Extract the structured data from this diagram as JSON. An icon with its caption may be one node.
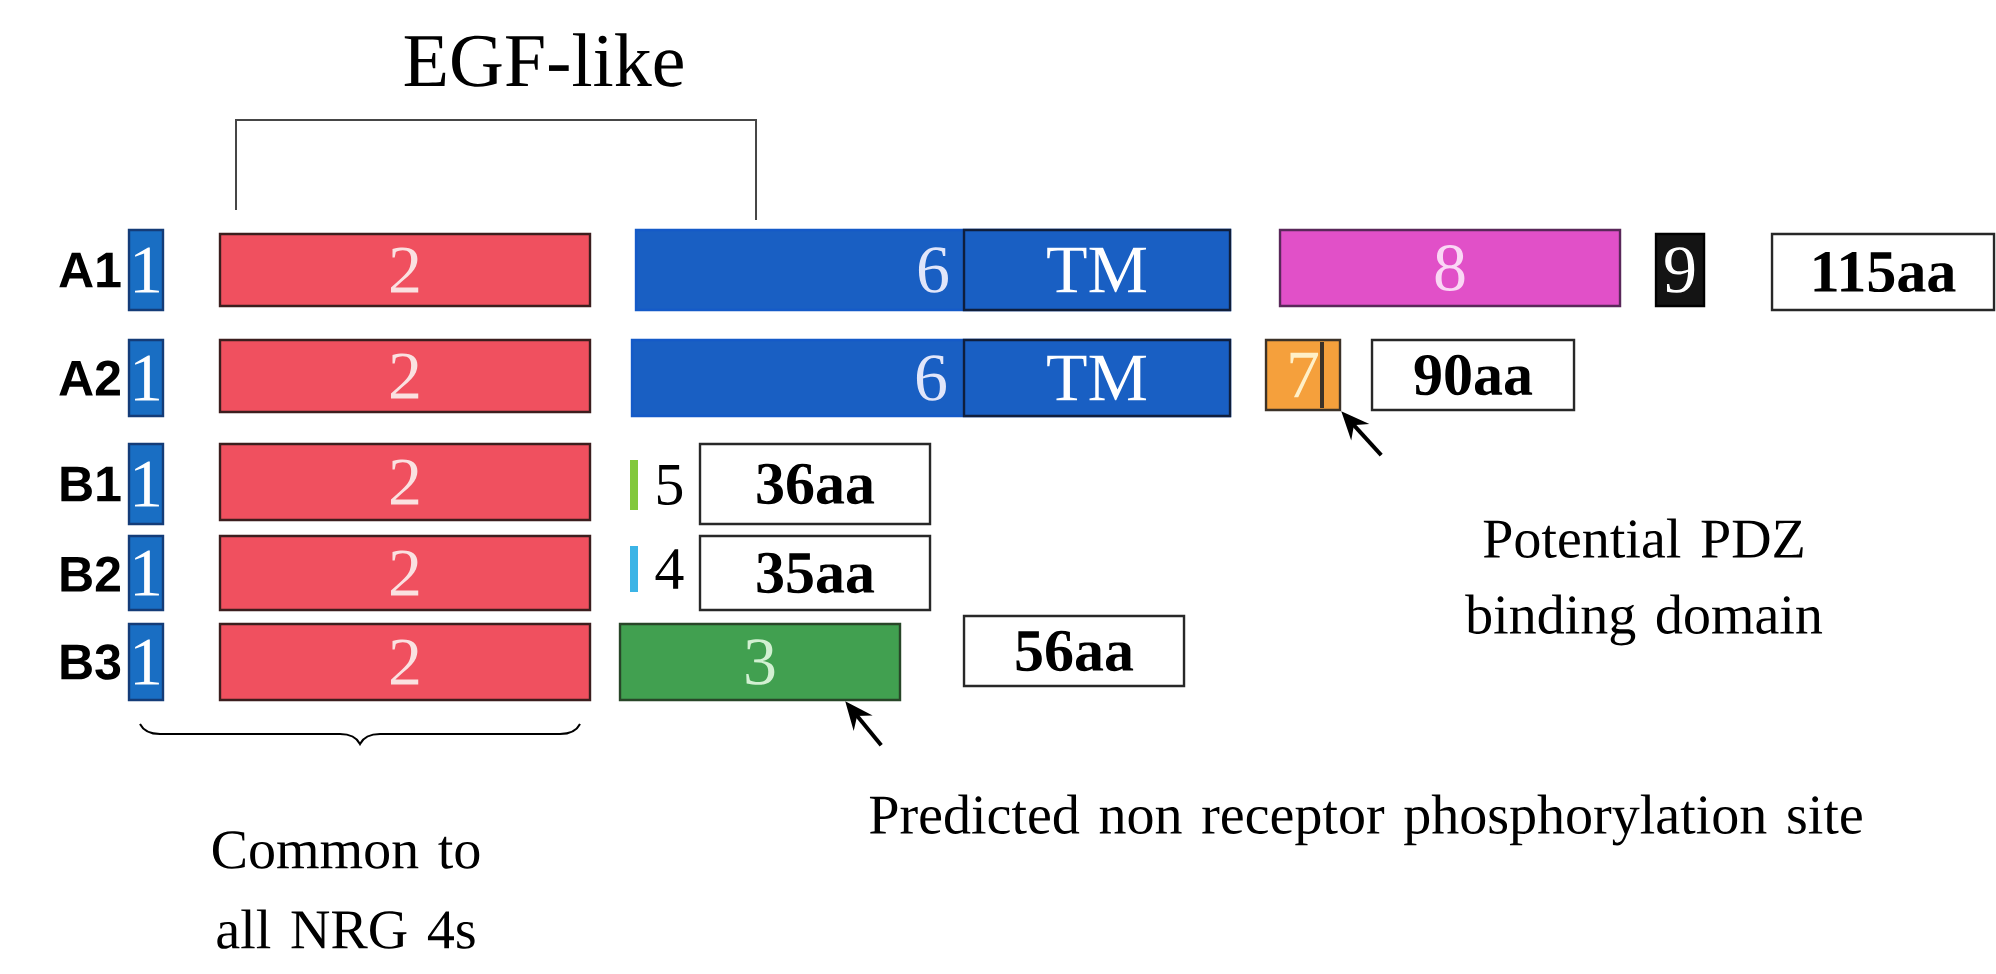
{
  "diagram": {
    "nodes": [
      {
        "text": [
          "1"
        ]
      },
      {
        "text": [
          "2"
        ]
      },
      {
        "text": [
          "6"
        ]
      },
      {
        "text": [
          "TM"
        ],
        "in": 2
      },
      {
        "text": [
          "8"
        ]
      },
      {
        "text": [
          "9"
        ]
      },
      {
        "text": [
          "115aa"
        ]
      },
      {
        "text": [
          "1"
        ]
      },
      {
        "text": [
          "2"
        ]
      },
      {
        "text": [
          "6"
        ]
      },
      {
        "text": [
          "TM"
        ],
        "in": 9
      },
      {
        "text": [
          "7"
        ]
      },
      {
        "text": [
          "90aa"
        ]
      },
      {
        "text": [
          "1"
        ]
      },
      {
        "text": [
          "2"
        ]
      },
      {
        "text": [],
        "shape": "bar",
        "beside": [
          "5"
        ]
      },
      {
        "text": [
          "36aa"
        ]
      },
      {
        "text": [
          "1"
        ]
      },
      {
        "text": [
          "2"
        ]
      },
      {
        "text": [],
        "shape": "bar",
        "beside": [
          "4"
        ]
      },
      {
        "text": [
          "35aa"
        ]
      },
      {
        "text": [
          "1"
        ]
      },
      {
        "text": [
          "2"
        ]
      },
      {
        "text": [
          "3"
        ]
      },
      {
        "text": [
          "56aa"
        ]
      }
    ],
    "edges": [
      {
        "from": null,
        "to": 11,
        "arrow": "to"
      },
      {
        "from": null,
        "to": 23,
        "arrow": "to"
      }
    ],
    "labels": [
      "EGF-like",
      "A1",
      "A2",
      "B1",
      "B2",
      "Potential PDZ binding domain",
      "B3",
      "Predicted non receptor phosphorylation site",
      "Common to all NRG 4s"
    ]
  }
}
